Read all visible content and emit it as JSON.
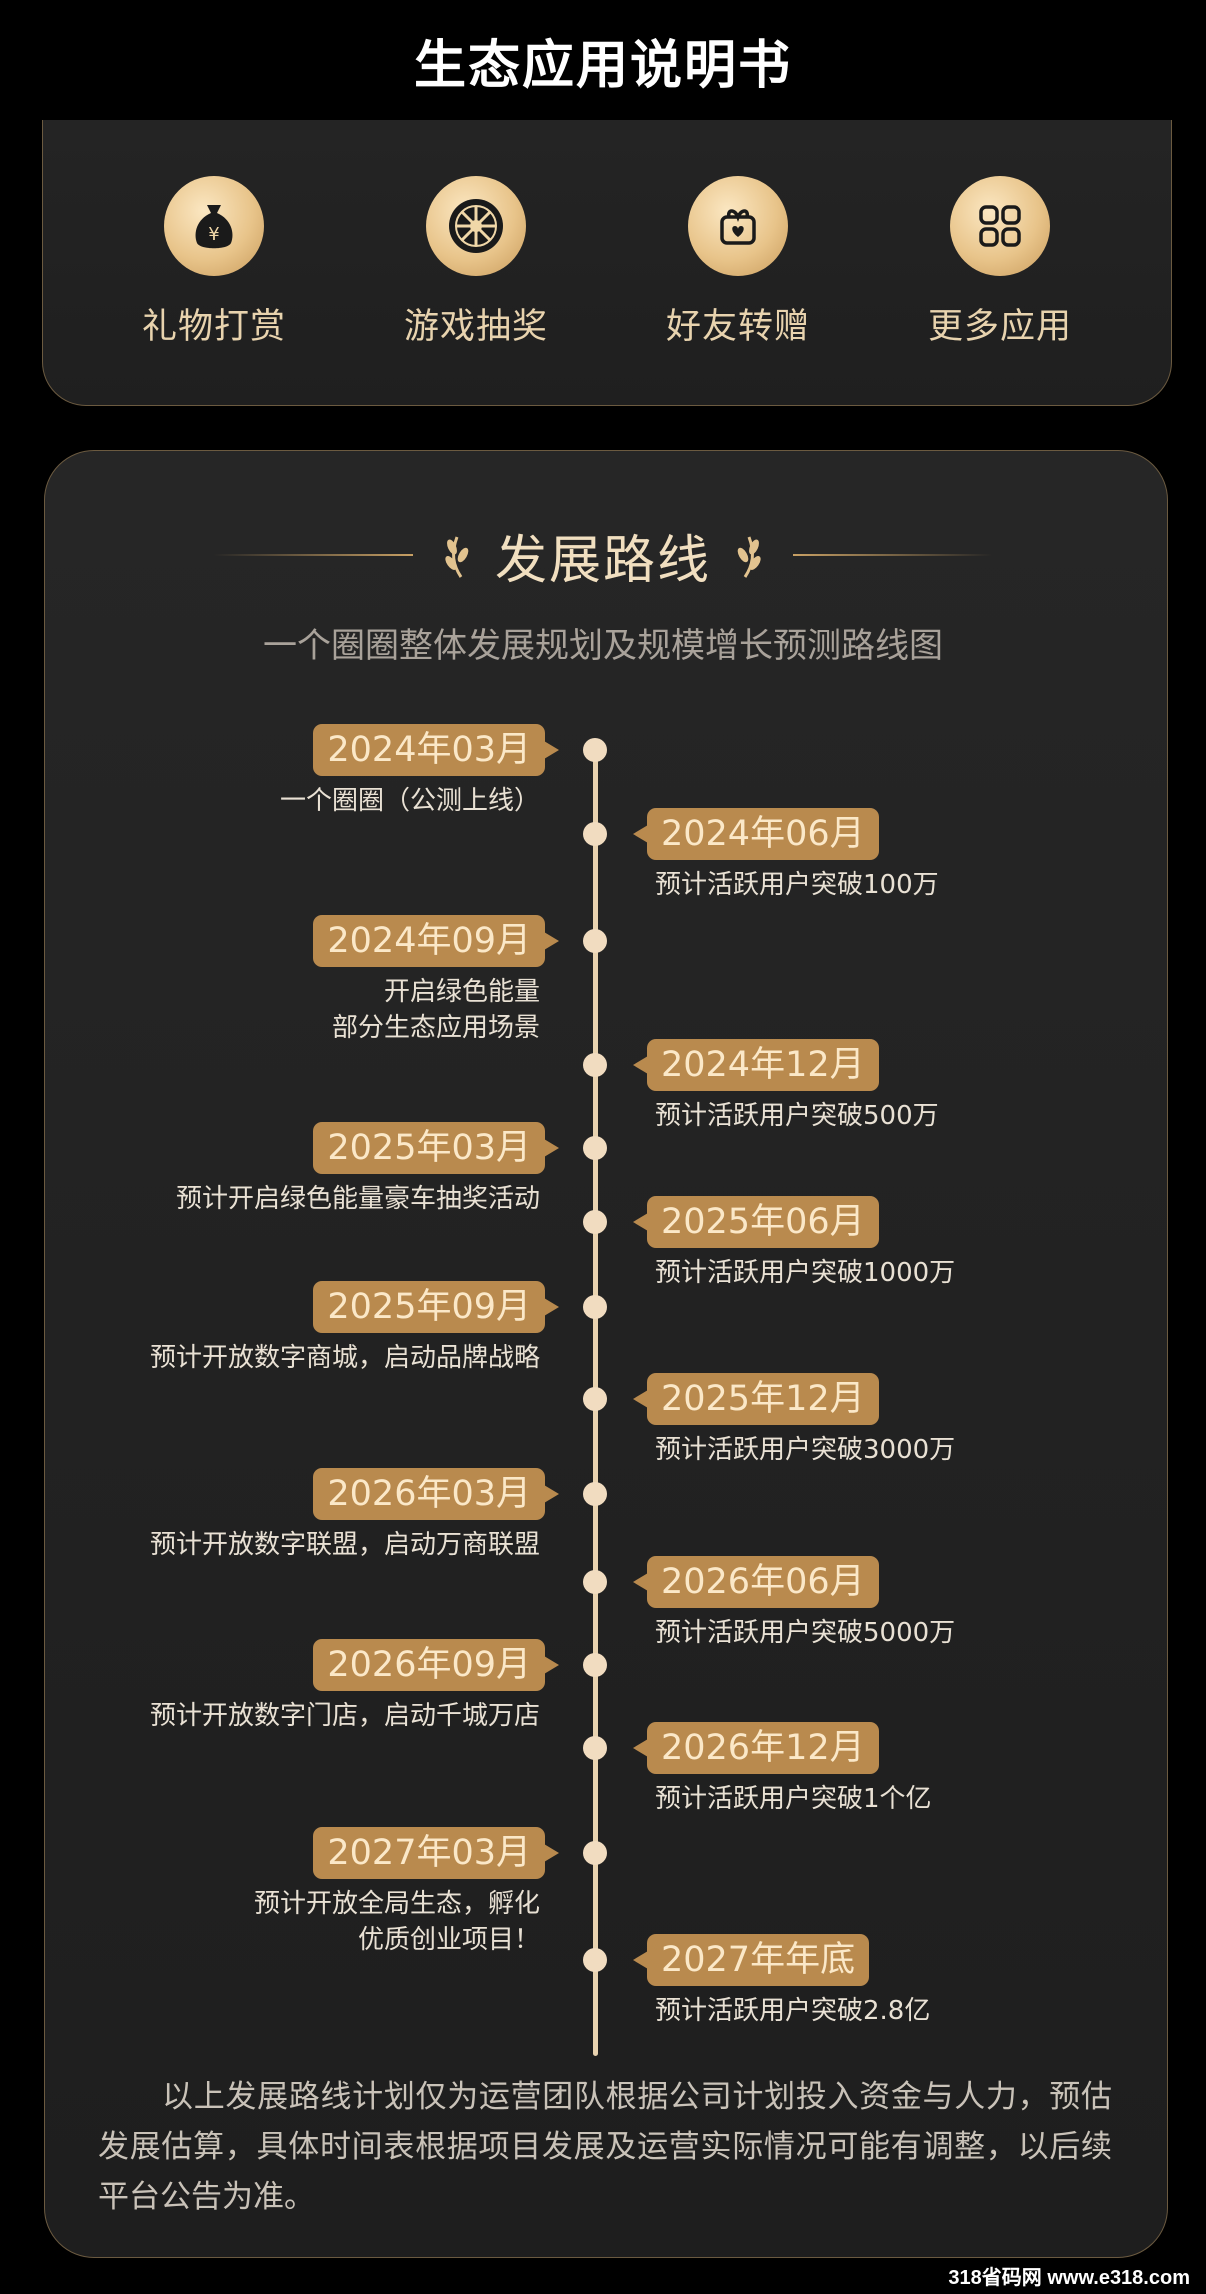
{
  "header": {
    "title": "生态应用说明书"
  },
  "apps": [
    {
      "label": "礼物打赏",
      "icon": "money-bag-icon"
    },
    {
      "label": "游戏抽奖",
      "icon": "wheel-icon"
    },
    {
      "label": "好友转赠",
      "icon": "gift-box-heart-icon"
    },
    {
      "label": "更多应用",
      "icon": "grid-apps-icon"
    }
  ],
  "roadmap": {
    "title": "发展路线",
    "subtitle": "一个圈圈整体发展规划及规模增长预测路线图",
    "milestones": [
      {
        "date": "2024年03月",
        "lines": [
          "一个圈圈（公测上线）"
        ]
      },
      {
        "date": "2024年06月",
        "lines": [
          "预计活跃用户突破100万"
        ]
      },
      {
        "date": "2024年09月",
        "lines": [
          "开启绿色能量",
          "部分生态应用场景"
        ]
      },
      {
        "date": "2024年12月",
        "lines": [
          "预计活跃用户突破500万"
        ]
      },
      {
        "date": "2025年03月",
        "lines": [
          "预计开启绿色能量豪车抽奖活动"
        ]
      },
      {
        "date": "2025年06月",
        "lines": [
          "预计活跃用户突破1000万"
        ]
      },
      {
        "date": "2025年09月",
        "lines": [
          "预计开放数字商城，启动品牌战略"
        ]
      },
      {
        "date": "2025年12月",
        "lines": [
          "预计活跃用户突破3000万"
        ]
      },
      {
        "date": "2026年03月",
        "lines": [
          "预计开放数字联盟，启动万商联盟"
        ]
      },
      {
        "date": "2026年06月",
        "lines": [
          "预计活跃用户突破5000万"
        ]
      },
      {
        "date": "2026年09月",
        "lines": [
          "预计开放数字门店，启动千城万店"
        ]
      },
      {
        "date": "2026年12月",
        "lines": [
          "预计活跃用户突破1个亿"
        ]
      },
      {
        "date": "2027年03月",
        "lines": [
          "预计开放全局生态，孵化",
          "优质创业项目！"
        ]
      },
      {
        "date": "2027年年底",
        "lines": [
          "预计活跃用户突破2.8亿"
        ]
      }
    ],
    "disclaimer": "以上发展路线计划仅为运营团队根据公司计划投入资金与人力，预估发展估算，具体时间表根据项目发展及运营实际情况可能有调整，以后续平台公告为准。"
  },
  "watermark": "318省码网 www.e318.com",
  "colors": {
    "accent": "#b98a4e",
    "gold_light": "#f1dcc0",
    "background": "#000000"
  }
}
